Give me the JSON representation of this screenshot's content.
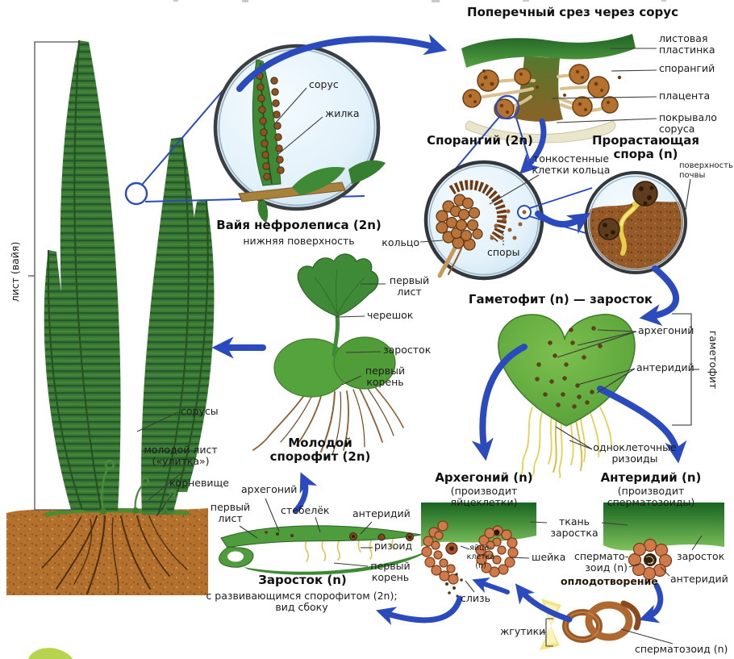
{
  "colors": {
    "arrow_blue": "#2a4abe",
    "fern_green": "#3a7a36",
    "gametophyte_green": "#53a038",
    "soil_brown": "#b4712e",
    "sporangium_brown": "#a8642c",
    "rhizoid_yellow": "#e6cf4a",
    "indusium_cream": "#eae6cc",
    "leader_gray": "#3a3a3a"
  },
  "fern": {
    "bracket_label": "лист (вайя)",
    "sori": "сорусы",
    "young_leaf": "молодой лист\n(«улитка»)",
    "rhizome": "корневище"
  },
  "frond_inset": {
    "sorus": "сорус",
    "vein": "жилка",
    "title": "Вайя нефролеписа (2n)",
    "subtitle": "нижняя поверхность"
  },
  "cross_section": {
    "title": "Поперечный срез через сорус",
    "leaf_blade": "листовая\nпластинка",
    "sporangium": "спорангий",
    "placenta": "плацента",
    "indusium": "покрывало\nсоруса"
  },
  "sporangium": {
    "title": "Спорангий (2n)",
    "thin_cells": "тонкостенные\nклетки кольца",
    "ring": "кольцо",
    "spores": "споры"
  },
  "germinating_spore": {
    "title": "Прорастающая\nспора (n)",
    "soil_surface": "поверхность\nпочвы"
  },
  "gametophyte": {
    "title": "Гаметофит (n) — заросток",
    "archegonium": "архегоний",
    "antheridium": "антеридий",
    "rhizoids": "одноклеточные\nризоиды",
    "bracket_label": "гаметофит"
  },
  "young_sporophyte": {
    "title": "Молодой\nспорофит (2n)",
    "first_leaf": "первый\nлист",
    "petiole": "черешок",
    "prothallus": "заросток",
    "first_root": "первый\nкорень"
  },
  "prothallus_side": {
    "title": "Заросток (n)",
    "subtitle": "с развивающимся спорофитом (2n);\nвид сбоку",
    "archegonium": "архегоний",
    "first_leaf": "первый\nлист",
    "stalk": "стебелёк",
    "antheridium": "антеридий",
    "rhizoid": "ризоид",
    "first_root": "первый\nкорень"
  },
  "archegonium_panel": {
    "title": "Архегоний (n)",
    "subtitle": "(производит яйцеклетки)",
    "egg_cell": "яйце-\nклетка\n(n)",
    "neck": "шейка",
    "tissue": "ткань\nзаростка"
  },
  "antheridium_panel": {
    "title": "Антеридий (n)",
    "subtitle": "(производит сперматозоиды)",
    "spermatozoid": "спермато-\nзоид (n)",
    "prothallus": "заросток",
    "antheridium": "антеридий"
  },
  "fertilization": {
    "label": "оплодотворение",
    "mucus": "слизь",
    "flagella": "жгутики",
    "spermatozoid": "сперматозоид (n)"
  }
}
